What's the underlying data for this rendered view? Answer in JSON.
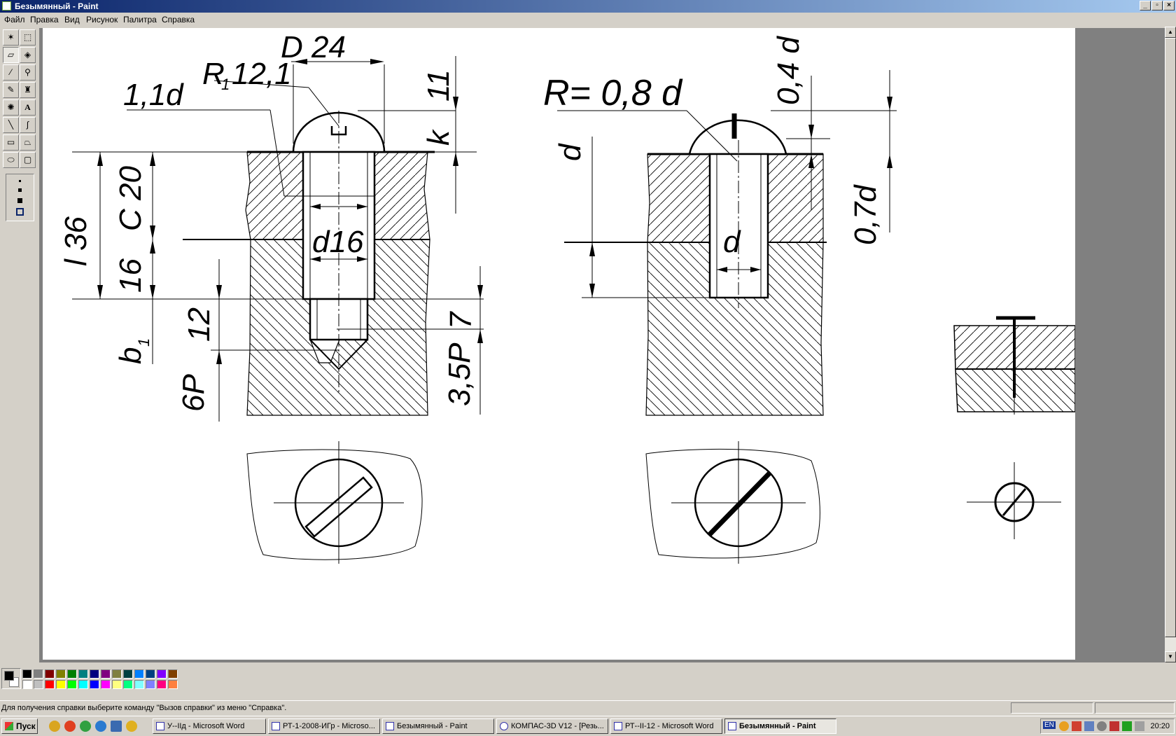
{
  "window": {
    "title": "Безымянный - Paint"
  },
  "menu": [
    "Файл",
    "Правка",
    "Вид",
    "Рисунок",
    "Палитра",
    "Справка"
  ],
  "tools": [
    {
      "name": "free-select-tool",
      "glyph": "✶"
    },
    {
      "name": "rect-select-tool",
      "glyph": "⬚"
    },
    {
      "name": "eraser-tool",
      "glyph": "▱"
    },
    {
      "name": "fill-tool",
      "glyph": "◈"
    },
    {
      "name": "color-picker-tool",
      "glyph": "⁄"
    },
    {
      "name": "magnifier-tool",
      "glyph": "⚲"
    },
    {
      "name": "pencil-tool",
      "glyph": "✎"
    },
    {
      "name": "brush-tool",
      "glyph": "♜"
    },
    {
      "name": "airbrush-tool",
      "glyph": "✺"
    },
    {
      "name": "text-tool",
      "glyph": "A"
    },
    {
      "name": "line-tool",
      "glyph": "╲"
    },
    {
      "name": "curve-tool",
      "glyph": "∫"
    },
    {
      "name": "rectangle-tool",
      "glyph": "▭"
    },
    {
      "name": "polygon-tool",
      "glyph": "⏢"
    },
    {
      "name": "ellipse-tool",
      "glyph": "⬭"
    },
    {
      "name": "rounded-rect-tool",
      "glyph": "▢"
    }
  ],
  "drawing": {
    "labels": {
      "d24": "D 24",
      "r121": "R",
      "r121_sub": "1",
      "r121_val": "12,1",
      "d11": "1,1d",
      "k": "k",
      "eleven": "11",
      "l36": "l 36",
      "c20": "C 20",
      "sixteen": "16",
      "d16": "d16",
      "b1": "b",
      "b1_sub": "1",
      "twelve": "12",
      "sixp": "6P",
      "seven": "7",
      "p35": "3,5P",
      "r08d": "R= 0,8 d",
      "d04": "0,4 d",
      "dleft": "d",
      "d07": "0,7d",
      "dcenter": "d"
    }
  },
  "palette": {
    "foreground": "#000000",
    "background": "#ffffff",
    "colors": [
      "#000000",
      "#808080",
      "#800000",
      "#808000",
      "#008000",
      "#008080",
      "#000080",
      "#800080",
      "#808040",
      "#004040",
      "#0080ff",
      "#004080",
      "#8000ff",
      "#804000",
      "#ffffff",
      "#c0c0c0",
      "#ff0000",
      "#ffff00",
      "#00ff00",
      "#00ffff",
      "#0000ff",
      "#ff00ff",
      "#ffff80",
      "#00ff80",
      "#80ffff",
      "#8080ff",
      "#ff0080",
      "#ff8040"
    ]
  },
  "status": {
    "help_text": "Для получения справки выберите команду \"Вызов справки\" из меню \"Справка\"."
  },
  "taskbar": {
    "start_label": "Пуск",
    "tasks": [
      {
        "label": "У--IIд - Microsoft Word",
        "active": false
      },
      {
        "label": "РТ-1-2008-ИГр - Microso...",
        "active": false
      },
      {
        "label": "Безымянный - Paint",
        "active": false
      },
      {
        "label": "КОМПАС-3D V12 - [Резь...",
        "active": false
      },
      {
        "label": "РТ--II-12 - Microsoft Word",
        "active": false
      },
      {
        "label": "Безымянный - Paint",
        "active": true
      }
    ],
    "lang": "EN",
    "clock": "20:20"
  }
}
